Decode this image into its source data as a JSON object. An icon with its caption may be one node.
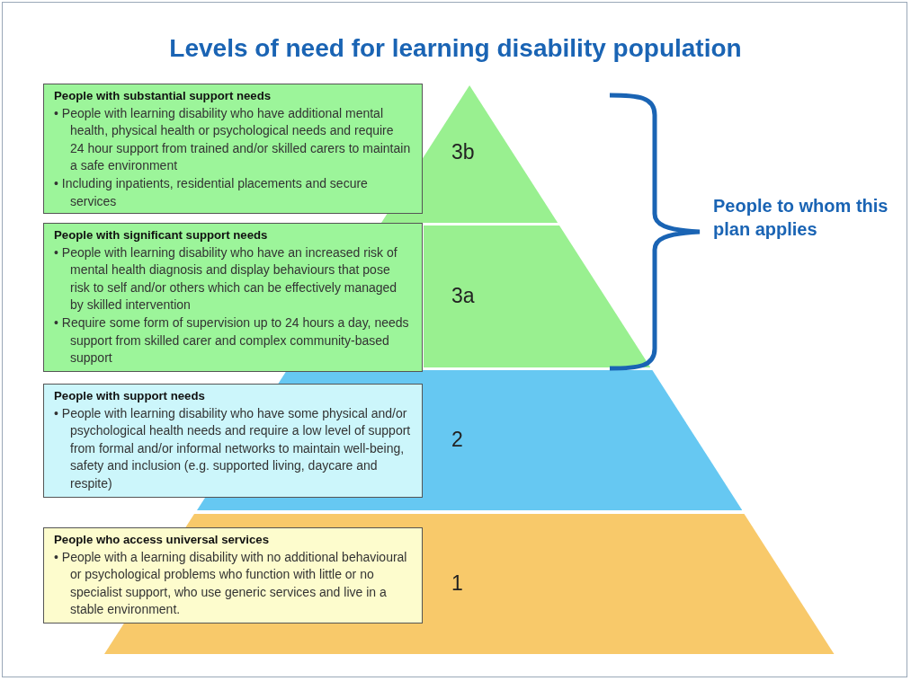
{
  "diagram": {
    "title": "Levels of need for learning disability population",
    "nodes": [
      {
        "text": [
          "People with substantial support needs",
          "• People with learning disability who have additional mental health, physical health or psychological needs and require 24 hour support from trained and/or skilled carers to maintain a safe environment",
          "• Including inpatients, residential placements and secure services"
        ]
      },
      {
        "text": [
          "3b"
        ]
      },
      {
        "text": [
          "People with significant support needs",
          "• People with learning disability who have an increased risk of mental health diagnosis and display behaviours that pose risk to self and/or others which can be effectively managed by skilled intervention",
          "• Require some form of supervision up to 24 hours a day, needs support from skilled carer and complex community-based support"
        ]
      },
      {
        "text": [
          "3a"
        ]
      },
      {
        "text": [
          "People with support needs",
          "• People with learning disability who have some physical and/or psychological health needs and require a low level of support from formal and/or informal networks to maintain well-being, safety and inclusion (e.g. supported living, daycare and respite)"
        ]
      },
      {
        "text": [
          "2"
        ]
      },
      {
        "text": [
          "People who access universal services",
          "• People with a learning disability with no additional behavioural or psychological problems who function with little or no specialist support, who use generic services and live in a stable environment."
        ]
      },
      {
        "text": [
          "1"
        ]
      }
    ],
    "labels": [
      "People to whom this plan applies"
    ]
  }
}
